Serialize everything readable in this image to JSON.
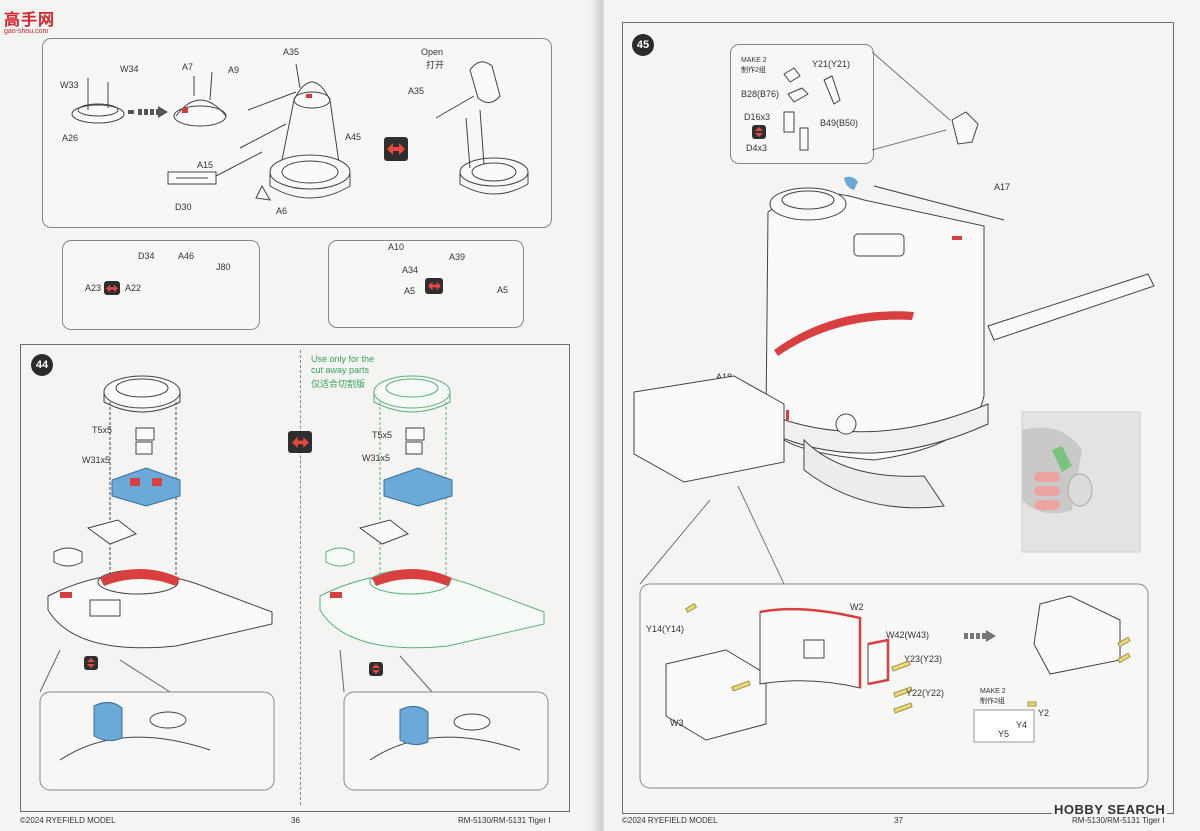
{
  "watermark": {
    "brand": "高手网",
    "domain": "gao-shou.com",
    "search_logo": "HOBBY SEARCH"
  },
  "left_page": {
    "top_panel": {
      "labels": [
        "W33",
        "W34",
        "A26",
        "A7",
        "A9",
        "A35",
        "A45",
        "A15",
        "D30",
        "A6"
      ],
      "open_en": "Open",
      "open_cn": "打开",
      "open_part": "A35"
    },
    "sub_left": {
      "labels": [
        "D34",
        "A46",
        "J80",
        "A23",
        "A22"
      ]
    },
    "sub_right": {
      "labels": [
        "A10",
        "A34",
        "A5",
        "A39",
        "A5"
      ]
    },
    "step44": {
      "number": "44",
      "left_labels": [
        "T5x5",
        "W31x5"
      ],
      "right_labels": [
        "T5x5",
        "W31x5"
      ],
      "note_en_1": "Use only for the",
      "note_en_2": "cut away parts",
      "note_cn": "仅适合切割版"
    },
    "footer": {
      "copyright": "©2024 RYEFIELD MODEL",
      "page": "36",
      "product": "RM-5130/RM-5131 Tiger I"
    }
  },
  "right_page": {
    "step45": {
      "number": "45",
      "inset_top": {
        "make_en": "MAKE 2",
        "make_cn": "制作2组",
        "labels": [
          "Y21(Y21)",
          "B28(B76)",
          "D16x3",
          "D4x3",
          "B49(B50)"
        ]
      },
      "main_labels": [
        "A17",
        "A18"
      ],
      "inset_bottom": {
        "labels": [
          "Y14(Y14)",
          "W2",
          "W42(W43)",
          "Y23(Y23)",
          "Y22(Y22)",
          "W3"
        ],
        "make_en": "MAKE 2",
        "make_cn": "制作2组",
        "sub_labels": [
          "Y2",
          "Y4",
          "Y5"
        ]
      }
    },
    "footer": {
      "copyright": "©2024 RYEFIELD MODEL",
      "page": "37",
      "product": "RM-5130/RM-5131 Tiger I"
    }
  }
}
